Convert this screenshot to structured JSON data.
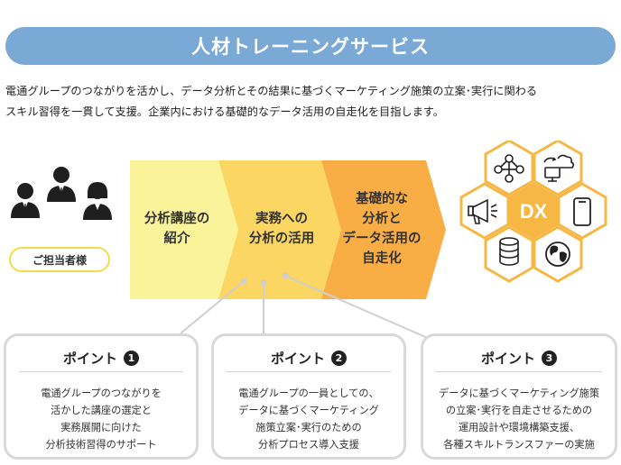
{
  "header": {
    "title": "人材トレーニングサービス"
  },
  "intro": {
    "lines": [
      "電通グループのつながりを活かし、データ分析とその結果に基づくマーケティング施策の立案･実行に関わる",
      "スキル習得を一貫して支援。企業内における基礎的なデータ活用の自走化を目指します。"
    ]
  },
  "client": {
    "label": "ご担当者様"
  },
  "flow": {
    "steps": [
      {
        "lines": [
          "分析講座の",
          "紹介"
        ]
      },
      {
        "lines": [
          "実務への",
          "分析の活用"
        ]
      },
      {
        "lines": [
          "基礎的な",
          "分析と",
          "データ活用の",
          "自走化"
        ]
      }
    ]
  },
  "hex": {
    "center_label": "DX"
  },
  "points": [
    {
      "title": "ポイント",
      "number": "1",
      "lines": [
        "電通グループのつながりを",
        "活かした講座の選定と",
        "実務展開に向けた",
        "分析技術習得のサポート"
      ]
    },
    {
      "title": "ポイント",
      "number": "2",
      "lines": [
        "電通グループの一員としての、",
        "データに基づくマーケティング",
        "施策立案･実行のための",
        "分析プロセス導入支援"
      ]
    },
    {
      "title": "ポイント",
      "number": "3",
      "lines": [
        "データに基づくマーケティング施策",
        "の立案･実行を自走させるための",
        "運用設計や環境構築支援、",
        "各種スキルトランスファーの実施"
      ]
    }
  ],
  "colors": {
    "banner": "#7aa9d6",
    "step1": "#fbf39a",
    "step2": "#fbd663",
    "step3": "#f8ad45",
    "hex_border": "#f6b744",
    "dx_fill": "#f6b744",
    "card_border": "#d9d9d9",
    "badge_border": "#f3dc4b"
  }
}
